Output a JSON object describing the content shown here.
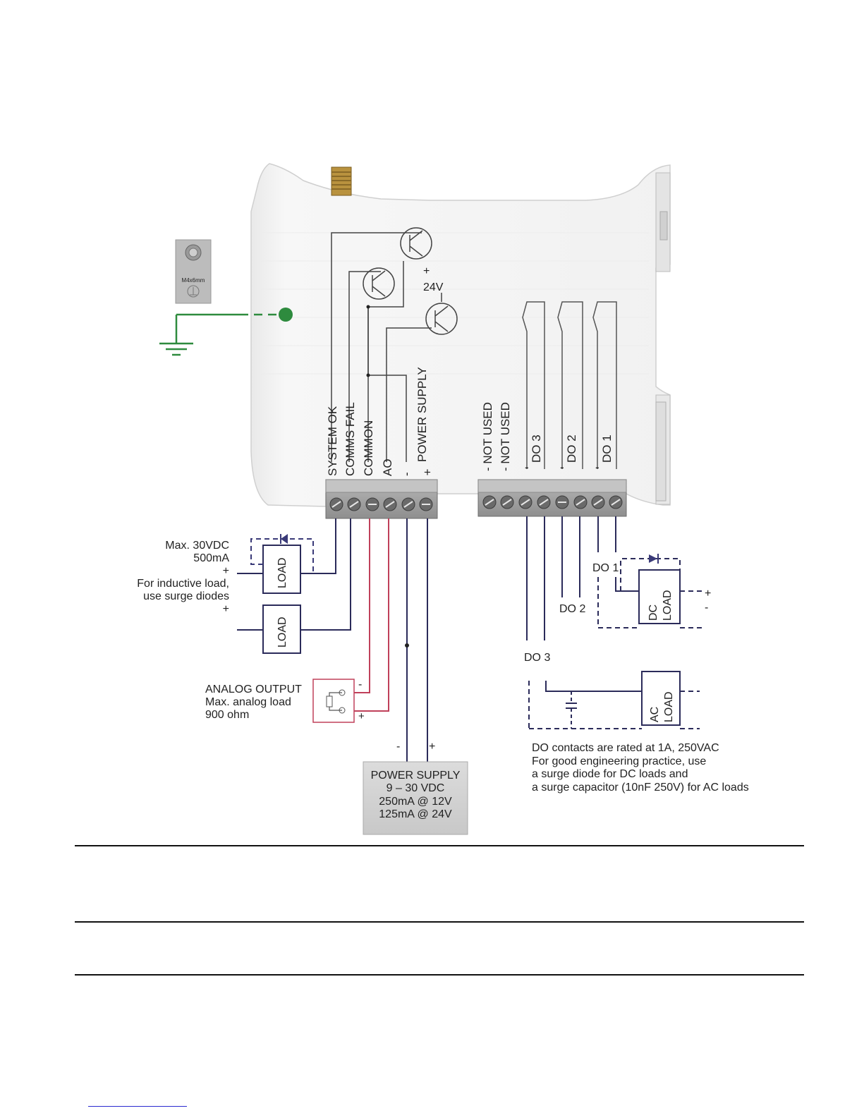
{
  "colors": {
    "ground": "#2e8b3e",
    "analog_wire": "#c0405a",
    "load_dashed": "#3a3a78",
    "wire": "#2b2b5a",
    "terminal_block": "#9a9a9a",
    "device_body": "#f4f4f4"
  },
  "screw_label": "M4x6mm",
  "supply_24v": {
    "plus": "+",
    "value": "24V"
  },
  "terminals_left": [
    "SYSTEM OK",
    "COMMS FAIL",
    "COMMON",
    "AO",
    "-",
    "POWER SUPPLY",
    "+"
  ],
  "terminals_right": {
    "not_used_1": "NOT USED",
    "not_used_2": "NOT USED",
    "minus": "-",
    "do3": "DO 3",
    "do2": "DO 2",
    "do1": "DO 1"
  },
  "left_notes": {
    "max_voltage": "Max. 30VDC",
    "max_current": "500mA",
    "plus1": "+",
    "inductive_1": "For inductive load,",
    "inductive_2": "use surge diodes",
    "plus2": "+",
    "load_1": "LOAD",
    "load_2": "LOAD"
  },
  "analog_output": {
    "title": "ANALOG OUTPUT",
    "line2": "Max. analog load",
    "line3": "900 ohm",
    "minus": "-",
    "plus": "+"
  },
  "power_supply_box": {
    "minus": "-",
    "plus": "+",
    "lines": [
      "POWER SUPPLY",
      "9 – 30 VDC",
      "250mA @ 12V",
      "125mA @ 24V"
    ]
  },
  "do_labels": {
    "do1": "DO 1",
    "do2": "DO 2",
    "do3": "DO 3"
  },
  "dc_load": {
    "line1": "DC",
    "line2": "LOAD",
    "plus": "+",
    "minus": "-"
  },
  "ac_load": {
    "line1": "AC",
    "line2": "LOAD"
  },
  "do_notes": [
    "DO contacts are rated at 1A, 250VAC",
    "For good engineering practice, use",
    "a surge diode for DC loads and",
    "a surge capacitor (10nF 250V) for AC loads"
  ]
}
